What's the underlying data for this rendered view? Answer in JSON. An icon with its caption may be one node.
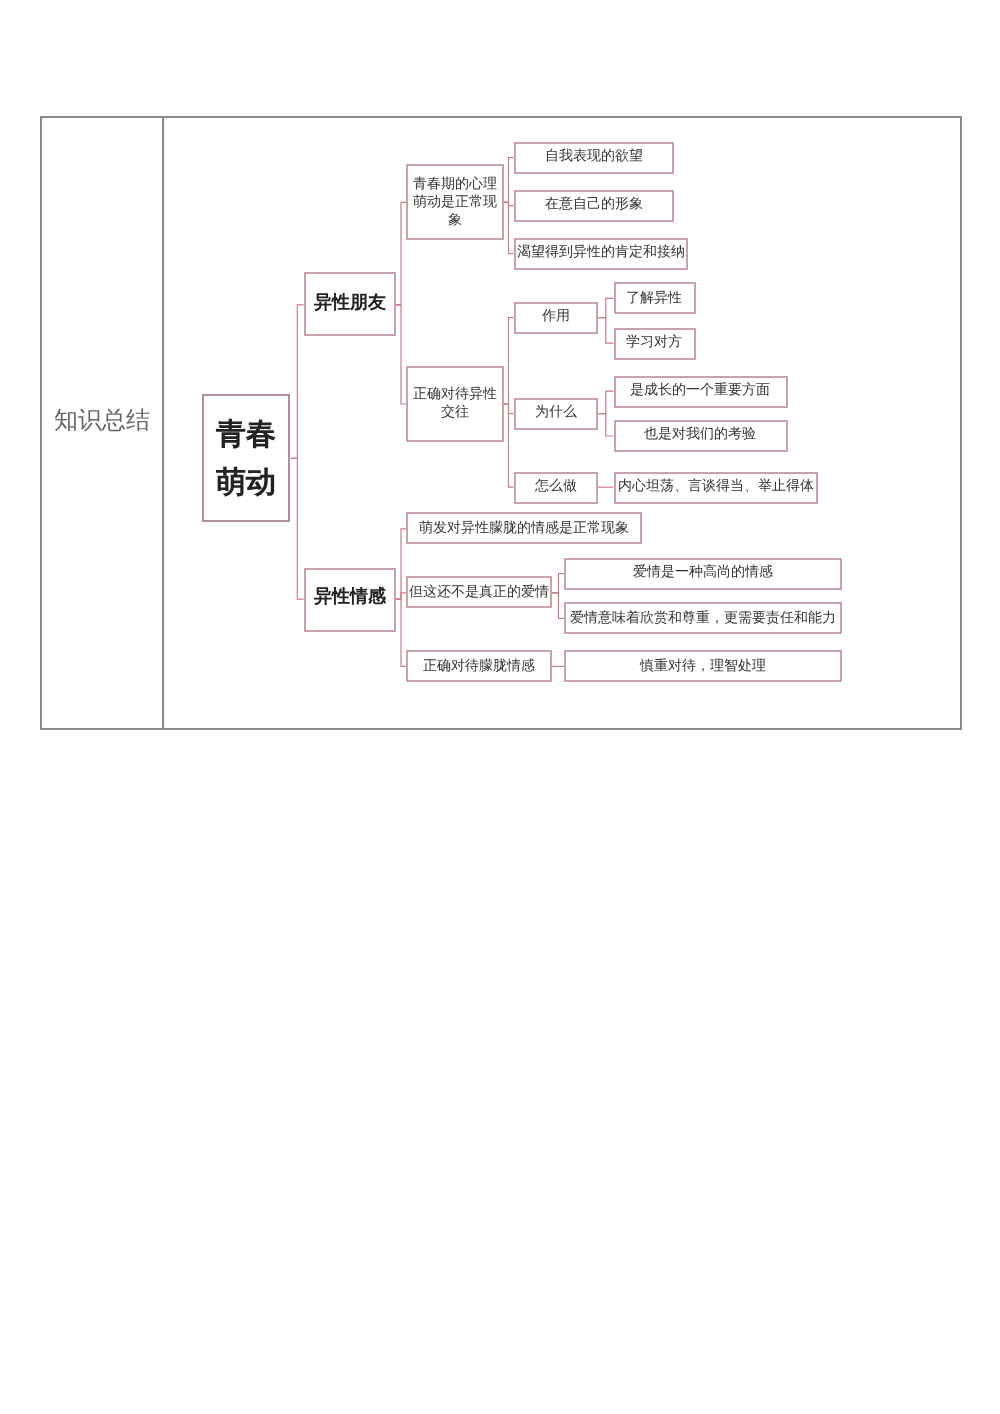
{
  "diagram": {
    "nodes": [
      {
        "text": [
          "青春萌动"
        ]
      },
      {
        "text": [
          "异性朋友"
        ]
      },
      {
        "text": [
          "青春期的心理萌动是正常现象"
        ]
      },
      {
        "text": [
          "自我表现的欲望"
        ]
      },
      {
        "text": [
          "在意自己的形象"
        ]
      },
      {
        "text": [
          "渴望得到异性的肯定和接纳"
        ]
      },
      {
        "text": [
          "正确对待异性交往"
        ]
      },
      {
        "text": [
          "作用"
        ]
      },
      {
        "text": [
          "了解异性"
        ]
      },
      {
        "text": [
          "学习对方"
        ]
      },
      {
        "text": [
          "为什么"
        ]
      },
      {
        "text": [
          "是成长的一个重要方面"
        ]
      },
      {
        "text": [
          "也是对我们的考验"
        ]
      },
      {
        "text": [
          "怎么做"
        ]
      },
      {
        "text": [
          "内心坦荡、言谈得当、举止得体"
        ]
      },
      {
        "text": [
          "异性情感"
        ]
      },
      {
        "text": [
          "萌发对异性朦胧的情感是正常现象"
        ]
      },
      {
        "text": [
          "但这还不是真正的爱情"
        ]
      },
      {
        "text": [
          "爱情是一种高尚的情感"
        ]
      },
      {
        "text": [
          "爱情意味着欣赏和尊重，更需要责任和能力"
        ]
      },
      {
        "text": [
          "正确对待朦胧情感"
        ]
      },
      {
        "text": [
          "慎重对待，理智处理"
        ]
      }
    ],
    "edges": [
      {
        "from": 0,
        "to": 1,
        "arrow": "none"
      },
      {
        "from": 0,
        "to": 15,
        "arrow": "none"
      },
      {
        "from": 1,
        "to": 2,
        "arrow": "none"
      },
      {
        "from": 1,
        "to": 6,
        "arrow": "none"
      },
      {
        "from": 2,
        "to": 3,
        "arrow": "none"
      },
      {
        "from": 2,
        "to": 4,
        "arrow": "none"
      },
      {
        "from": 2,
        "to": 5,
        "arrow": "none"
      },
      {
        "from": 6,
        "to": 7,
        "arrow": "none"
      },
      {
        "from": 6,
        "to": 10,
        "arrow": "none"
      },
      {
        "from": 6,
        "to": 13,
        "arrow": "none"
      },
      {
        "from": 7,
        "to": 8,
        "arrow": "none"
      },
      {
        "from": 7,
        "to": 9,
        "arrow": "none"
      },
      {
        "from": 10,
        "to": 11,
        "arrow": "none"
      },
      {
        "from": 10,
        "to": 12,
        "arrow": "none"
      },
      {
        "from": 13,
        "to": 14,
        "arrow": "none"
      },
      {
        "from": 15,
        "to": 16,
        "arrow": "none"
      },
      {
        "from": 15,
        "to": 17,
        "arrow": "none"
      },
      {
        "from": 15,
        "to": 20,
        "arrow": "none"
      },
      {
        "from": 17,
        "to": 18,
        "arrow": "none"
      },
      {
        "from": 17,
        "to": 19,
        "arrow": "none"
      },
      {
        "from": 20,
        "to": 21,
        "arrow": "none"
      }
    ],
    "labels": [
      "知识总结"
    ]
  }
}
